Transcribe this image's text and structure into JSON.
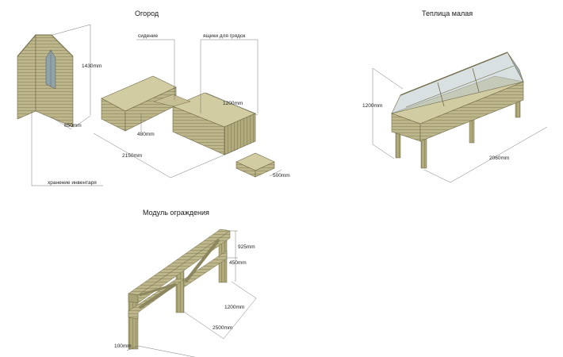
{
  "sections": {
    "garden": {
      "title": "Огород",
      "labels": {
        "seat": "сидение",
        "boxes": "ящики для грядок",
        "storage": "хранение инвентаря"
      },
      "dims": {
        "shed_height": "1430mm",
        "shed_depth": "650mm",
        "box_length": "1200mm",
        "box_height": "480mm",
        "total_length": "2150mm",
        "small_box": "500mm"
      }
    },
    "greenhouse": {
      "title": "Теплица малая",
      "dims": {
        "height": "1200mm",
        "length": "2060mm"
      }
    },
    "fence": {
      "title": "Модуль ограждения",
      "dims": {
        "top": "925mm",
        "middle": "450mm",
        "span_inner": "1200mm",
        "span_total": "2500mm",
        "post": "100mm"
      }
    }
  },
  "colors": {
    "wood_light": "#c9c39a",
    "wood_mid": "#a9a277",
    "wood_dark": "#7f7a55",
    "glass": "#9fb2b8",
    "line": "#444444"
  }
}
